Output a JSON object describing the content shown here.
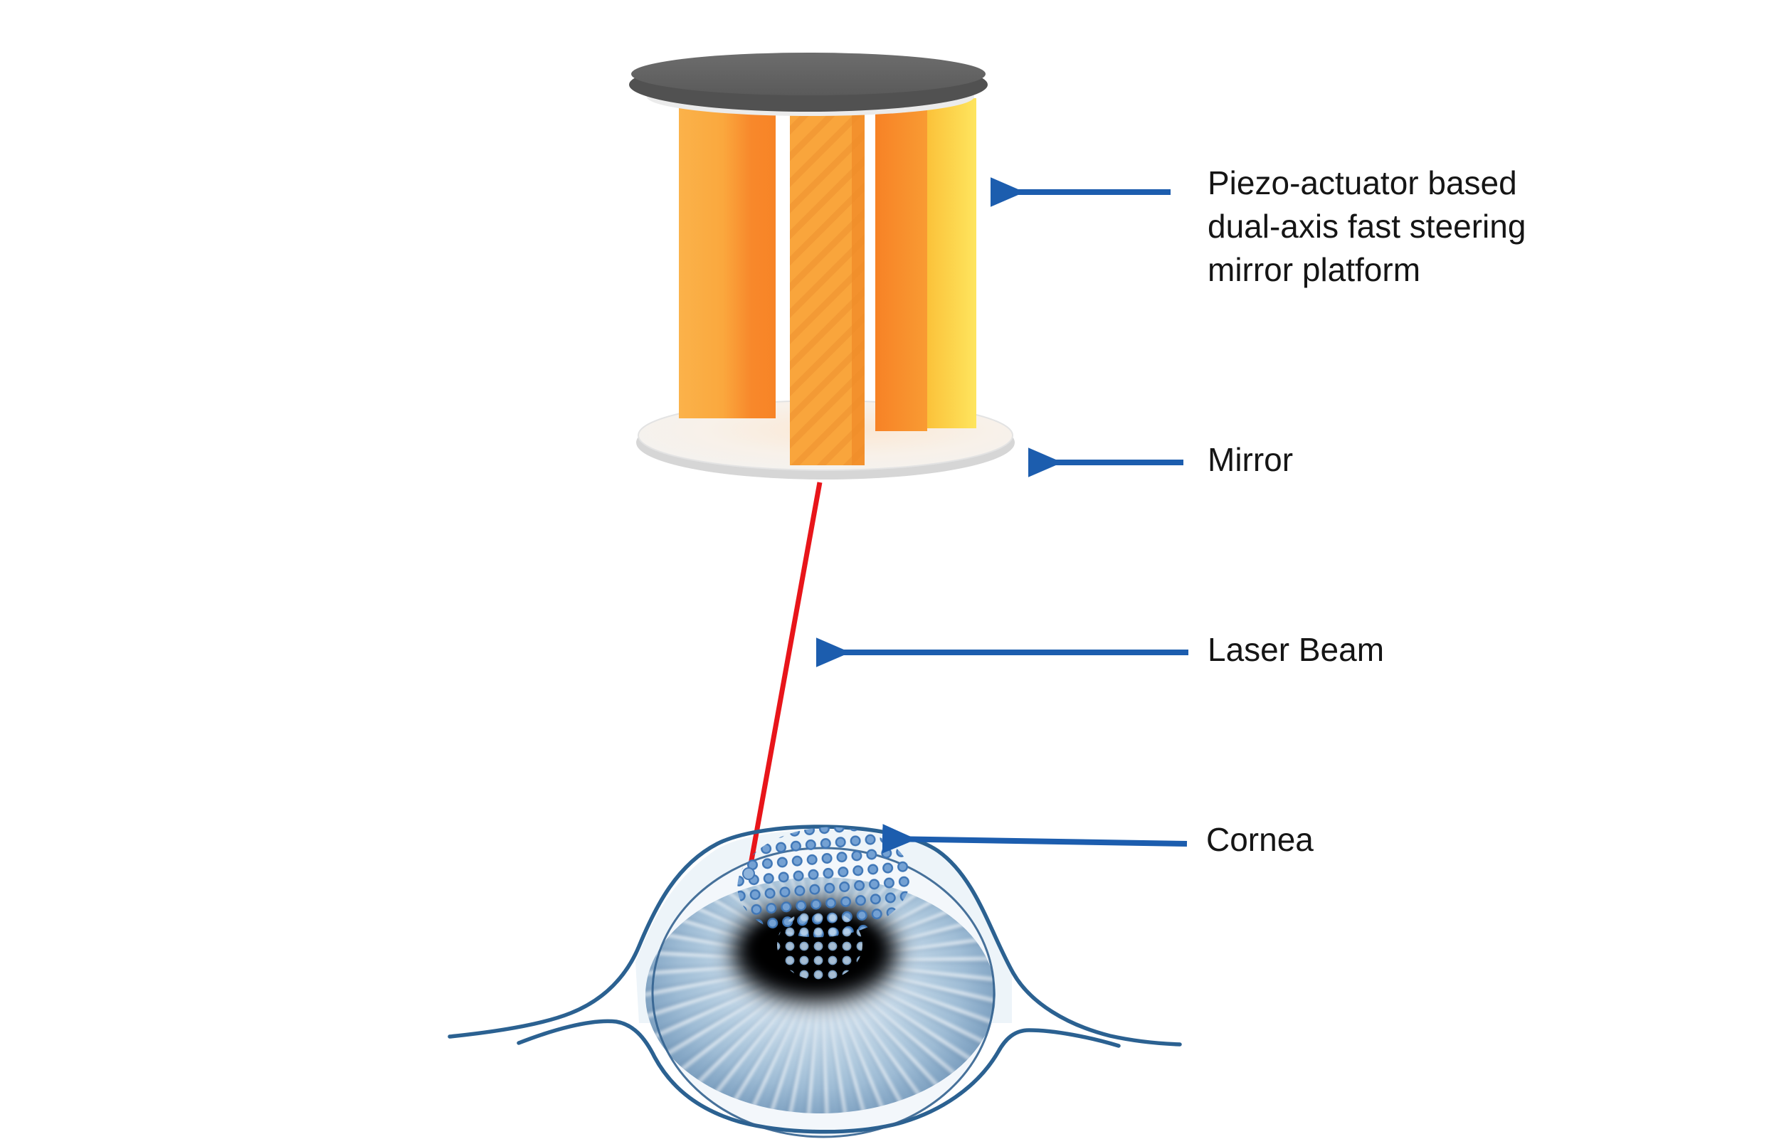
{
  "diagram": {
    "title_context": "Laser steering onto cornea schematic",
    "labels": {
      "platform": {
        "lines": [
          "Piezo-actuator based",
          "dual-axis fast steering",
          "mirror platform"
        ]
      },
      "mirror": "Mirror",
      "laser_beam": "Laser Beam",
      "cornea": "Cornea"
    },
    "palette": {
      "arrow_blue": "#1c5dae",
      "eye_outline_blue": "#2b6191",
      "ablation_dot_blue": "#6d9cd1",
      "laser_red": "#e8151a",
      "actuator_orange": "#f8872b",
      "actuator_light_orange": "#fbae45",
      "actuator_yellow": "#fee45a",
      "top_disc_gray": "#5c5c5c",
      "mirror_disc_white": "#f4f4f4",
      "background": "#ffffff",
      "text": "#151515"
    }
  }
}
